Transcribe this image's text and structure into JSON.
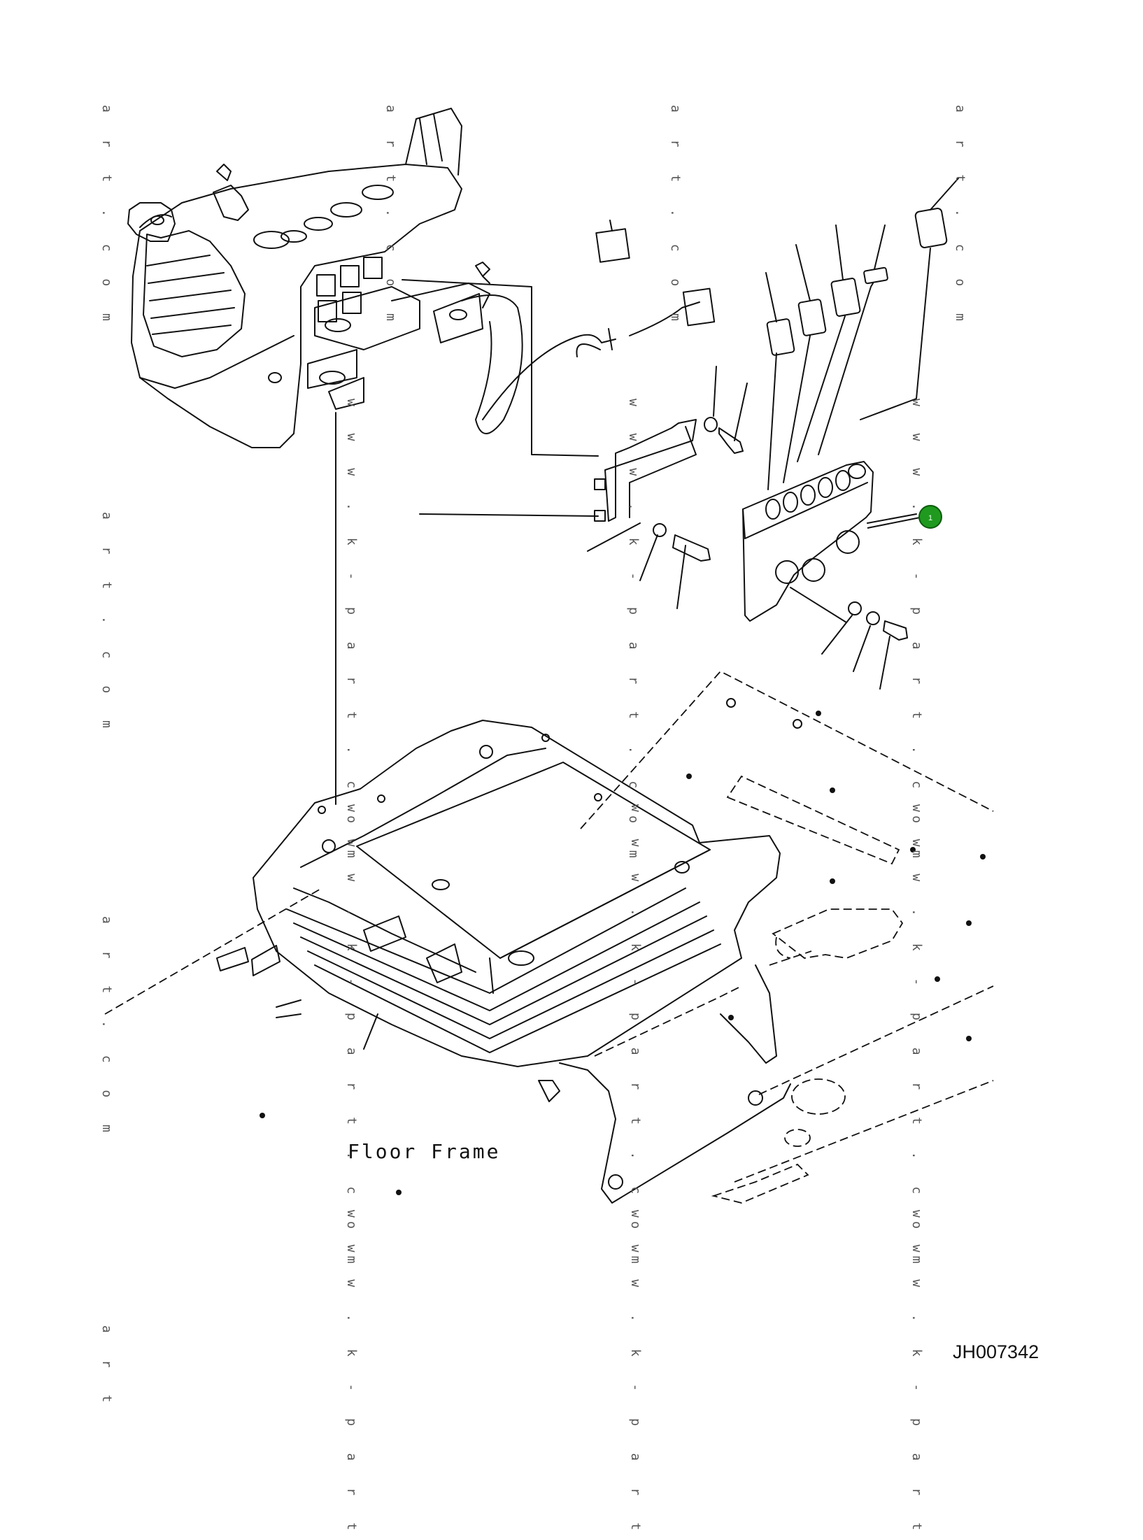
{
  "labels": {
    "floor_frame": "Floor Frame",
    "drawing_code": "JH007342"
  },
  "callouts": [
    {
      "number": "1"
    }
  ],
  "watermarks": {
    "art": "a r t . c o m",
    "kpart": "w w w . k - p a r t . c o m",
    "kpart_partial": "w w w . k - p a r t",
    "art_partial": "a r t"
  },
  "colors": {
    "line": "#111111",
    "callout_fill": "#1f9a1f",
    "watermark": "#555555"
  }
}
